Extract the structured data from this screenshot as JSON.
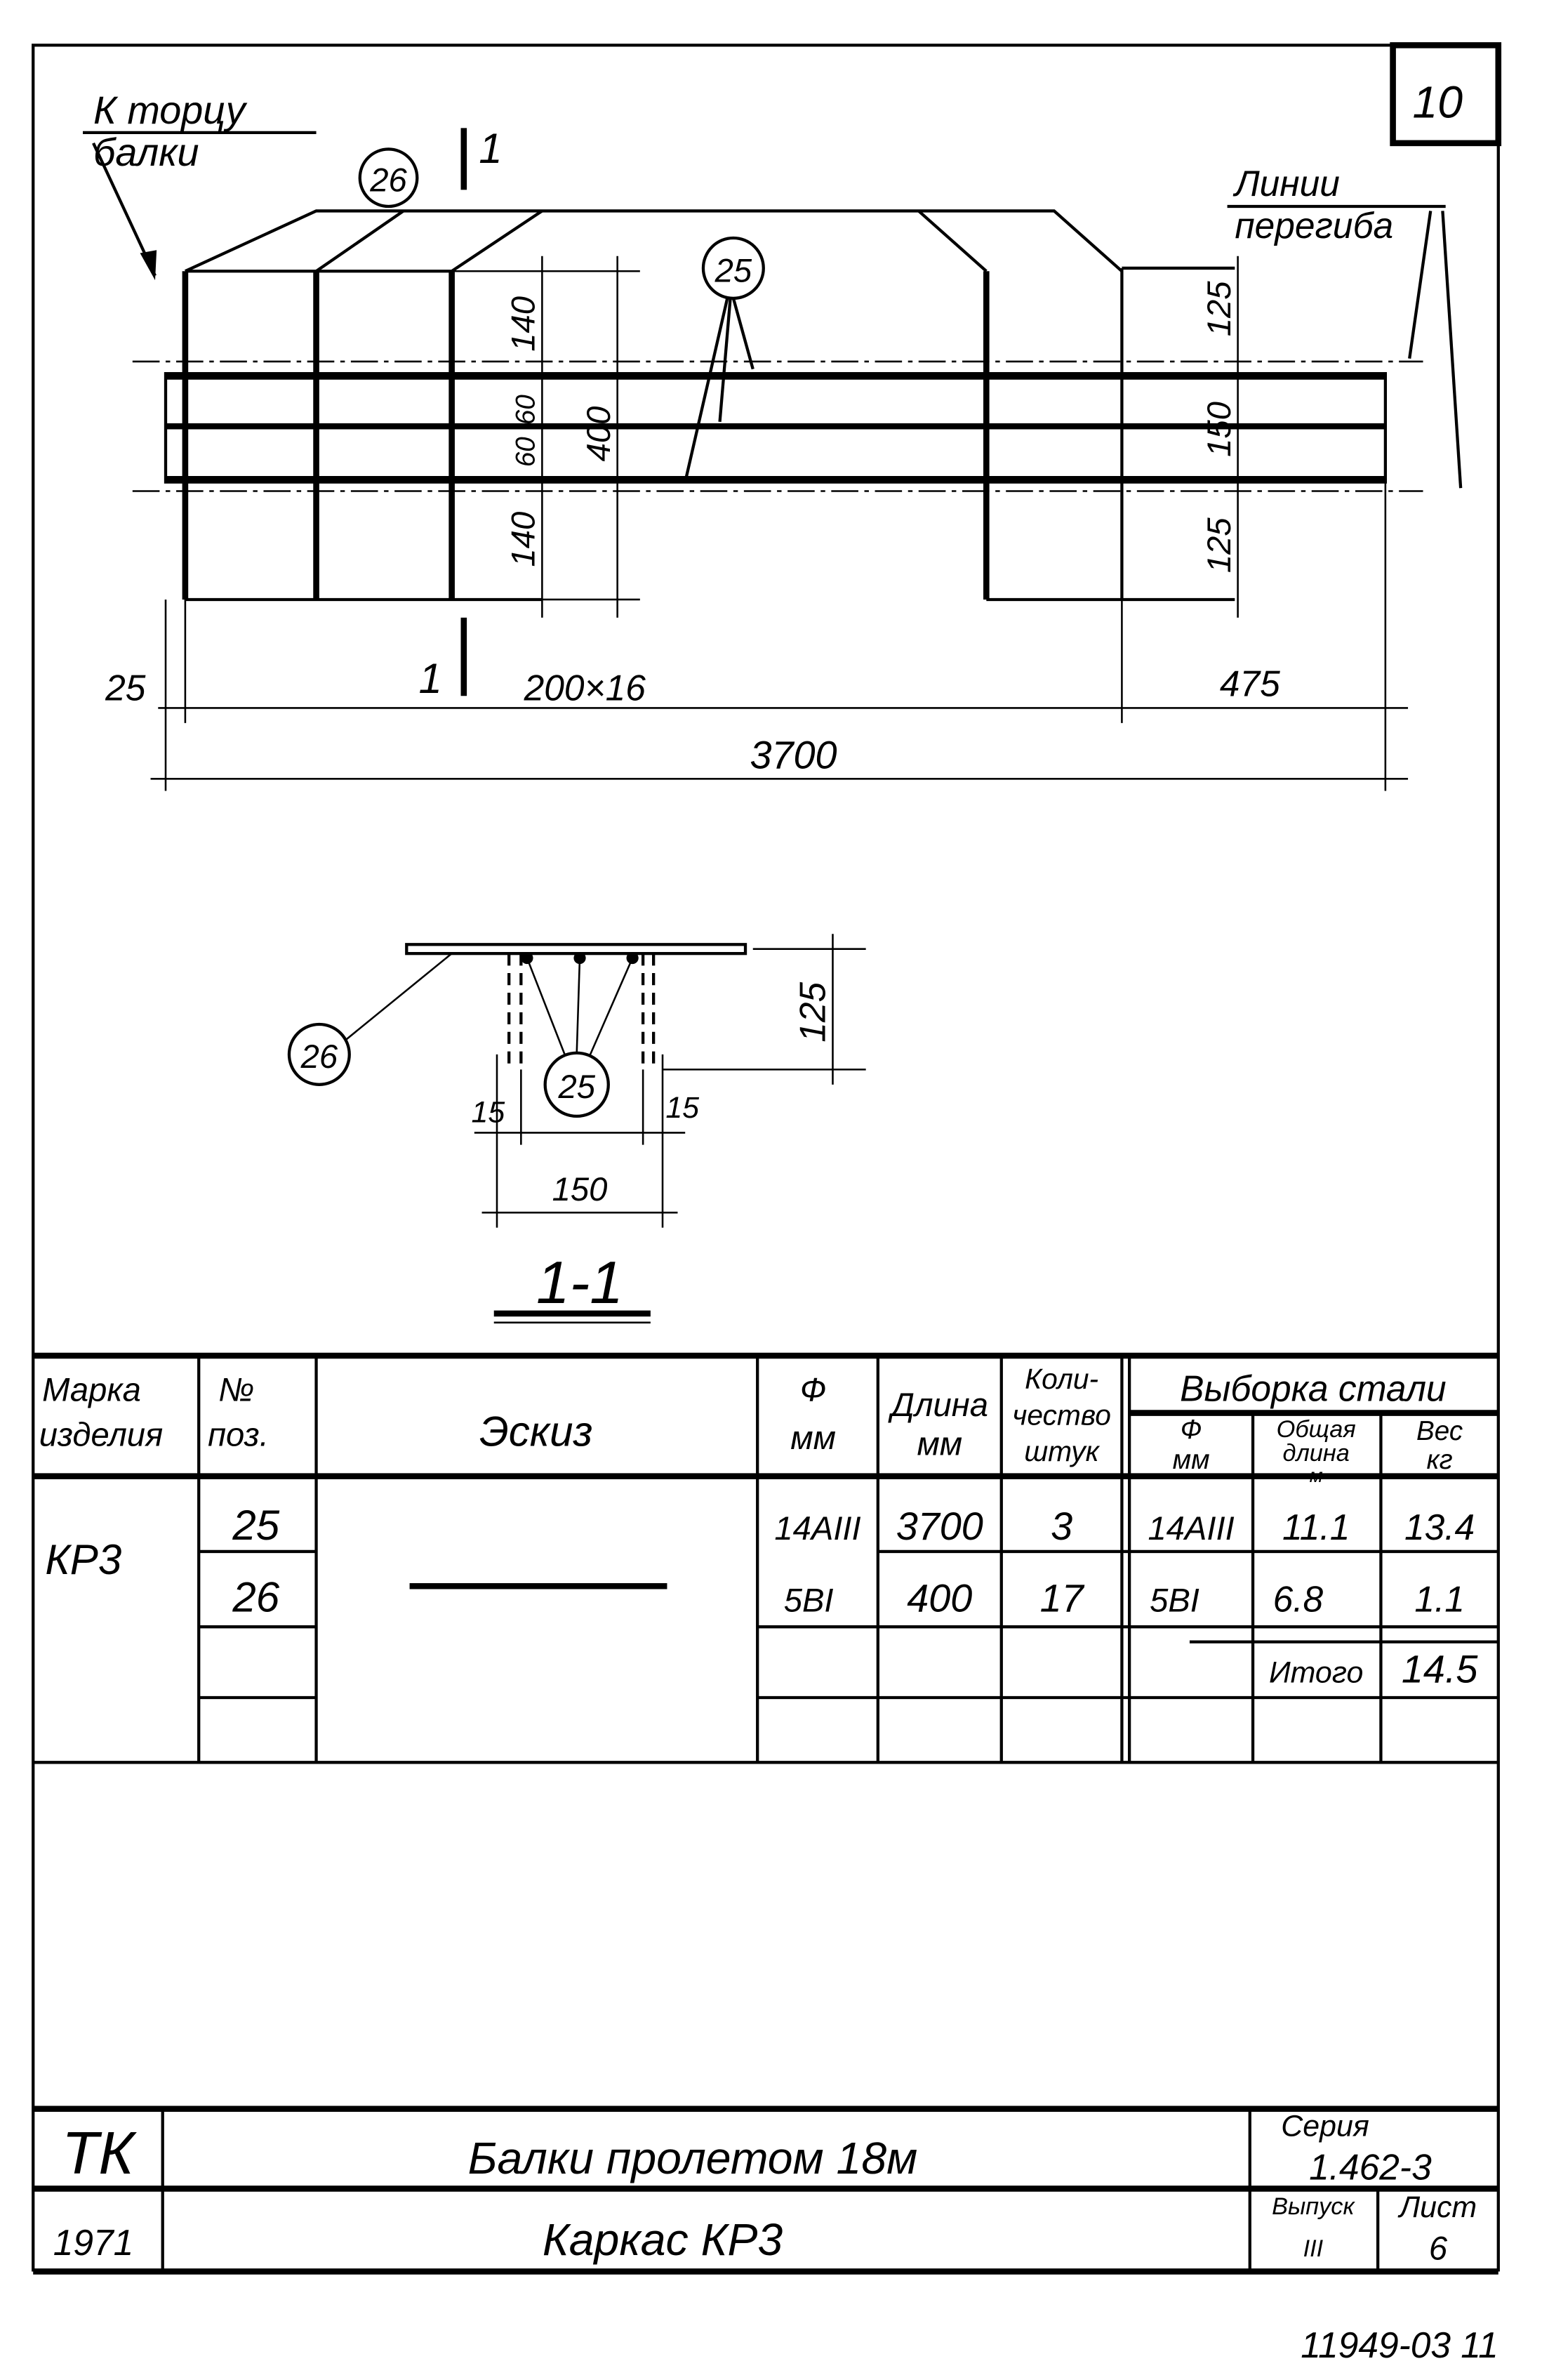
{
  "sheet_number": "10",
  "plan_view": {
    "note_end": [
      "К торцу",
      "балки"
    ],
    "note_bend": [
      "Линии",
      "перегиба"
    ],
    "mark_26": "26",
    "mark_25": "25",
    "section_mark": "1",
    "dims_left": [
      "140",
      "60",
      "60",
      "140"
    ],
    "dim_400": "400",
    "dims_right": [
      "125",
      "150",
      "125"
    ],
    "dim_25": "25",
    "dim_200x16": "200×16",
    "dim_475": "475",
    "dim_3700": "3700"
  },
  "section_view": {
    "mark_26": "26",
    "mark_25": "25",
    "dim_125": "125",
    "dim_15_left": "15",
    "dim_15_right": "15",
    "dim_150": "150",
    "title": "1-1"
  },
  "table": {
    "headers": {
      "mark": [
        "Марка",
        "изделия"
      ],
      "pos": [
        "№",
        "поз."
      ],
      "sketch": "Эскиз",
      "dia": [
        "Ф",
        "мм"
      ],
      "length": [
        "Длина",
        "мм"
      ],
      "qty": [
        "Коли-",
        "чество",
        "штук"
      ],
      "selection": "Выборка стали",
      "sel_dia": [
        "Ф",
        "мм"
      ],
      "sel_len": [
        "Общая",
        "длина",
        "м"
      ],
      "sel_weight": [
        "Вес",
        "кг"
      ]
    },
    "product_mark": "КР3",
    "rows": [
      {
        "pos": "25",
        "dia": "14АIII",
        "length": "3700",
        "qty": "3",
        "sel_dia": "14АIII",
        "sel_len": "11.1",
        "sel_weight": "13.4"
      },
      {
        "pos": "26",
        "dia": "5ВI",
        "length": "400",
        "qty": "17",
        "sel_dia": "5ВI",
        "sel_len": "6.8",
        "sel_weight": "1.1"
      }
    ],
    "total_label": "Итого",
    "total_weight": "14.5"
  },
  "title_block": {
    "org": "ТК",
    "year": "1971",
    "title": "Балки пролетом 18м",
    "subtitle": "Каркас КР3",
    "series_label": "Серия",
    "series": "1.462-3",
    "issue_label": "Выпуск",
    "issue": "III",
    "sheet_label": "Лист",
    "sheet": "6"
  },
  "archive_number": "11949-03 11"
}
